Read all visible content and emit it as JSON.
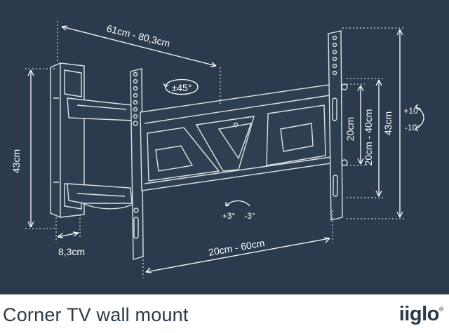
{
  "colors": {
    "background": "#2b3b4d",
    "line": "#ffffff",
    "caption": "#2b3a48"
  },
  "dimensions": {
    "arm_extension": "61cm - 80,3cm",
    "swivel": "±45°",
    "wall_plate_height": "43cm",
    "wall_plate_depth": "8,3cm",
    "vesa_horizontal": "20cm - 60cm",
    "vesa_vertical_min": "20cm",
    "vesa_vertical_range": "20cm - 40cm",
    "bracket_height": "43cm",
    "tilt_up": "+10°",
    "tilt_down": "-10°",
    "level_plus": "+3°",
    "level_minus": "-3°"
  },
  "footer": {
    "caption": "Corner TV wall mount",
    "brand": "iiglo",
    "brand_mark": "®"
  }
}
